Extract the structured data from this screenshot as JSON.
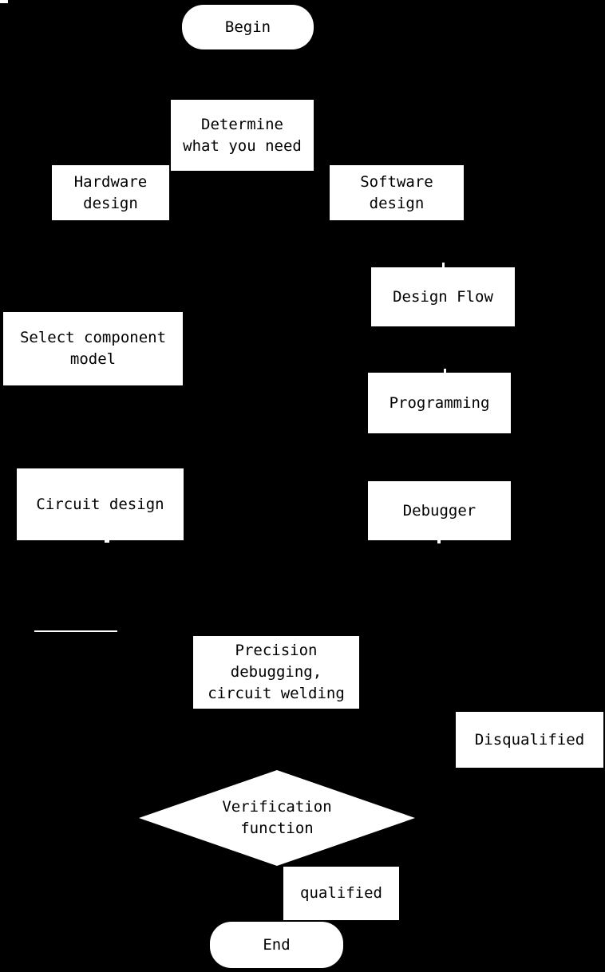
{
  "colors": {
    "background": "#000000",
    "node_fill": "#ffffff",
    "node_text": "#000000"
  },
  "diagram_type": "flowchart",
  "nodes": {
    "begin": {
      "shape": "terminator",
      "lines": [
        "Begin"
      ]
    },
    "determine": {
      "shape": "process",
      "lines": [
        "Determine",
        "what you need"
      ]
    },
    "hardware_design": {
      "shape": "process",
      "lines": [
        "Hardware",
        "design"
      ]
    },
    "software_design": {
      "shape": "process",
      "lines": [
        "Software",
        "design"
      ]
    },
    "design_flow": {
      "shape": "process",
      "lines": [
        "Design Flow"
      ]
    },
    "select_component": {
      "shape": "process",
      "lines": [
        "Select component",
        "model"
      ]
    },
    "programming": {
      "shape": "process",
      "lines": [
        "Programming"
      ]
    },
    "circuit_design": {
      "shape": "process",
      "lines": [
        "Circuit design"
      ]
    },
    "debugger": {
      "shape": "process",
      "lines": [
        "Debugger"
      ]
    },
    "precision": {
      "shape": "process",
      "lines": [
        "Precision",
        "debugging,",
        "circuit welding"
      ]
    },
    "disqualified": {
      "shape": "process",
      "lines": [
        "Disqualified"
      ]
    },
    "verification": {
      "shape": "decision",
      "lines": [
        "Verification",
        "function"
      ]
    },
    "qualified": {
      "shape": "process",
      "lines": [
        "qualified"
      ]
    },
    "end": {
      "shape": "terminator",
      "lines": [
        "End"
      ]
    }
  }
}
